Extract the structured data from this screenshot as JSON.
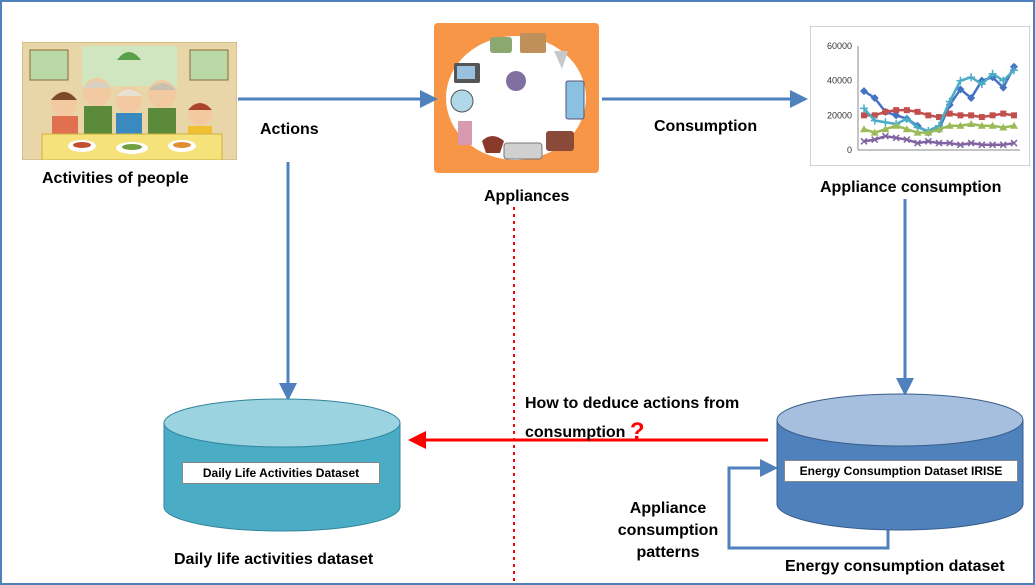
{
  "labels": {
    "activities": "Activities of people",
    "actions": "Actions",
    "appliances": "Appliances",
    "consumption": "Consumption",
    "appliance_consumption": "Appliance consumption",
    "question_line1": "How to deduce actions from",
    "question_line2": "consumption",
    "question_mark": "?",
    "daily_dataset_box": "Daily Life Activities Dataset",
    "daily_dataset_caption": "Daily life activities dataset",
    "energy_dataset_box": "Energy Consumption Dataset IRISE",
    "energy_dataset_caption": "Energy consumption dataset",
    "patterns_line1": "Appliance",
    "patterns_line2": "consumption",
    "patterns_line3": "patterns"
  },
  "colors": {
    "arrow_blue": "#4f81bd",
    "arrow_red": "#ff0000",
    "divider_red": "#ff0000",
    "cylinder_teal": "#4bacc6",
    "cylinder_blue": "#4f81bd",
    "appliances_bg": "#f79646"
  },
  "mini_chart": {
    "y_ticks": [
      "60000",
      "40000",
      "20000",
      "0"
    ],
    "ylim": [
      0,
      60000
    ],
    "series": [
      {
        "color": "#4472c4",
        "marker": "diamond",
        "values": [
          34000,
          30000,
          22000,
          20000,
          18000,
          14000,
          10000,
          12000,
          26000,
          35000,
          30000,
          40000,
          42000,
          36000,
          48000
        ]
      },
      {
        "color": "#c0504d",
        "marker": "square",
        "values": [
          20000,
          20000,
          22000,
          23000,
          23000,
          22000,
          20000,
          19000,
          21000,
          20000,
          20000,
          19000,
          20000,
          21000,
          20000
        ]
      },
      {
        "color": "#4bacc6",
        "marker": "cross",
        "values": [
          24000,
          17000,
          16000,
          15000,
          18000,
          13000,
          11000,
          14000,
          28000,
          40000,
          42000,
          38000,
          44000,
          40000,
          46000
        ]
      },
      {
        "color": "#9bbb59",
        "marker": "triangle",
        "values": [
          12000,
          10000,
          12000,
          14000,
          12000,
          10000,
          10000,
          12000,
          14000,
          14000,
          15000,
          14000,
          14000,
          13000,
          14000
        ]
      },
      {
        "color": "#8064a2",
        "marker": "x",
        "values": [
          5000,
          6000,
          8000,
          7000,
          6000,
          4000,
          5000,
          4000,
          4000,
          3000,
          4000,
          3000,
          3000,
          3000,
          4000
        ]
      }
    ]
  }
}
